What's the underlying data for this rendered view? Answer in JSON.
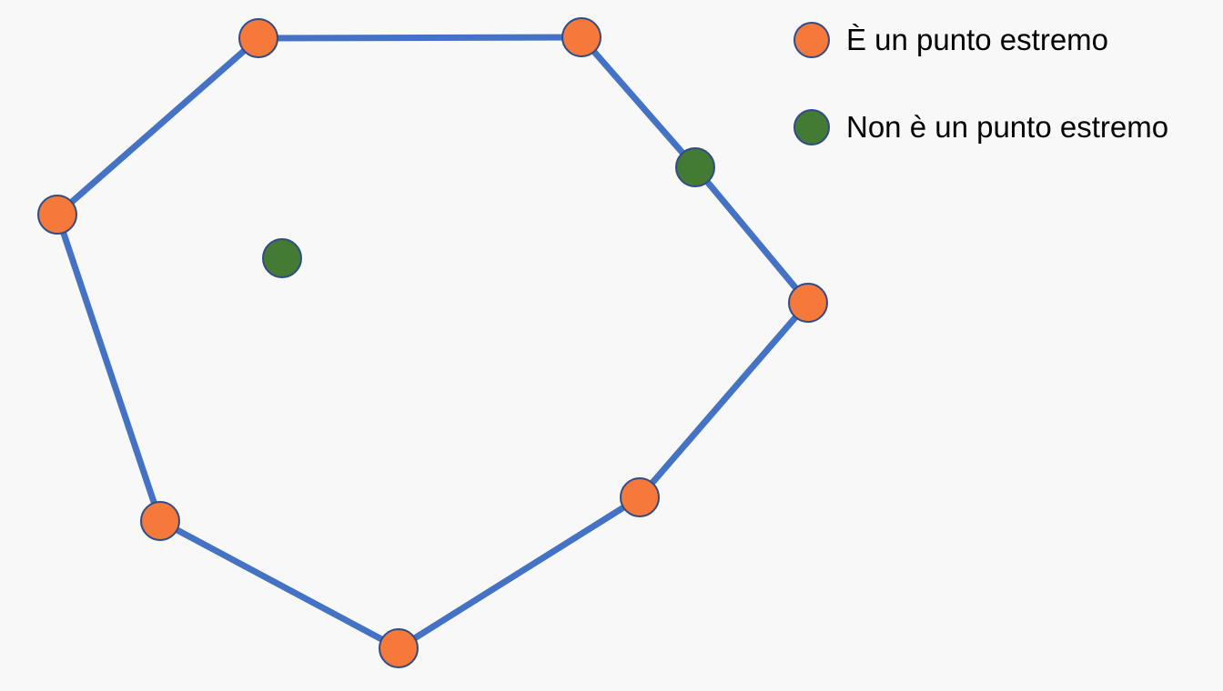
{
  "colors": {
    "background": "#f8f8f8",
    "hull_edge": "#4472c4",
    "point_outline": "#2f4b8a",
    "extreme_point": "#f4793a",
    "non_extreme_point": "#437a34"
  },
  "legend": {
    "extreme_label": "È un punto estremo",
    "non_extreme_label": "Non è un punto estremo"
  },
  "diagram": {
    "hull_order": [
      "p-top-left",
      "p-top-right",
      "p-edge-mid",
      "p-right",
      "p-lower-right",
      "p-bottom",
      "p-lower-left",
      "p-left"
    ],
    "points": [
      {
        "id": "p-top-left",
        "extreme": true
      },
      {
        "id": "p-top-right",
        "extreme": true
      },
      {
        "id": "p-edge-mid",
        "extreme": false
      },
      {
        "id": "p-right",
        "extreme": true
      },
      {
        "id": "p-lower-right",
        "extreme": true
      },
      {
        "id": "p-bottom",
        "extreme": true
      },
      {
        "id": "p-lower-left",
        "extreme": true
      },
      {
        "id": "p-left",
        "extreme": true
      },
      {
        "id": "p-interior",
        "extreme": false
      }
    ]
  }
}
